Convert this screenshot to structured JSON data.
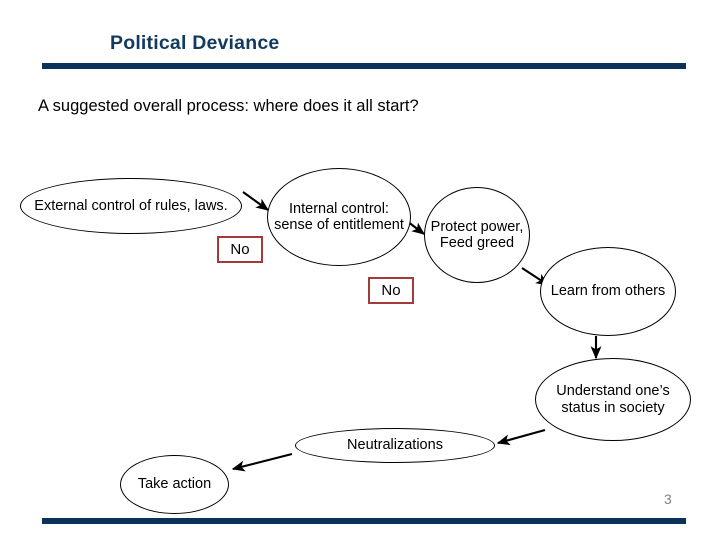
{
  "slide": {
    "title": "Political Deviance",
    "subtitle": "A suggested overall process: where does it all start?",
    "page_number": "3",
    "accent_color": "#0b3359",
    "title_color": "#123a5e",
    "decision_border_color": "#a33a3a",
    "shape_outline_color": "#000000",
    "background_color": "#ffffff"
  },
  "diagram": {
    "nodes": [
      {
        "id": "external",
        "label": "External control of rules, laws.",
        "shape": "ellipse"
      },
      {
        "id": "internal",
        "label": "Internal control: sense of entitlement",
        "shape": "ellipse"
      },
      {
        "id": "protect",
        "label": "Protect power, Feed greed",
        "shape": "ellipse"
      },
      {
        "id": "learn",
        "label": "Learn from others",
        "shape": "ellipse"
      },
      {
        "id": "understand",
        "label": "Understand one’s status in society",
        "shape": "ellipse"
      },
      {
        "id": "neutral",
        "label": "Neutralizations",
        "shape": "ellipse"
      },
      {
        "id": "take",
        "label": "Take action",
        "shape": "ellipse"
      }
    ],
    "decision_labels": [
      {
        "id": "no-1",
        "label": "No"
      },
      {
        "id": "no-2",
        "label": "No"
      }
    ],
    "connectors": [
      {
        "from": "external",
        "to": "internal",
        "label": "No"
      },
      {
        "from": "internal",
        "to": "protect",
        "label": "No"
      },
      {
        "from": "protect",
        "to": "learn",
        "label": ""
      },
      {
        "from": "learn",
        "to": "understand",
        "label": ""
      },
      {
        "from": "understand",
        "to": "neutral",
        "label": ""
      },
      {
        "from": "neutral",
        "to": "take",
        "label": ""
      }
    ]
  }
}
